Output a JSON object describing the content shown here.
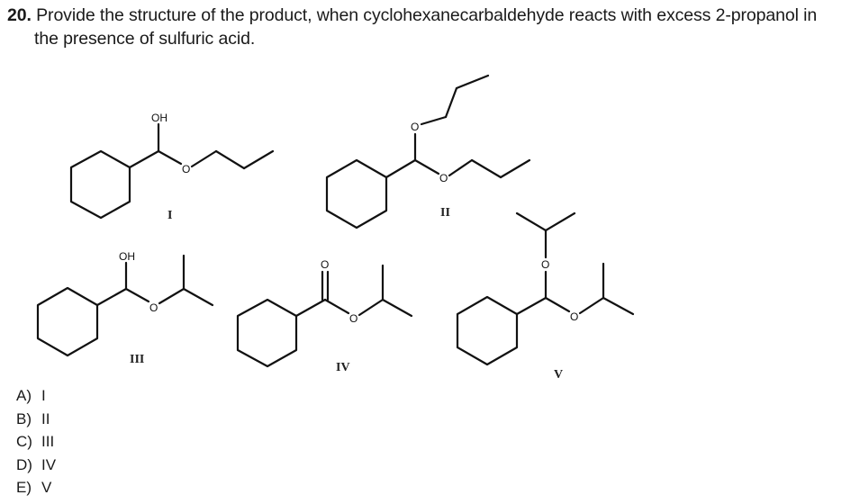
{
  "question": {
    "number": "20.",
    "text_line1": "Provide the structure of the product, when cyclohexanecarbaldehyde reacts with excess 2-propanol in",
    "text_line2": "the presence of sulfuric acid."
  },
  "structures": [
    {
      "label": "I",
      "description": "cyclohexyl-CH(OH)-O-propyl (hemiacetal)",
      "atoms": [
        "OH",
        "O"
      ]
    },
    {
      "label": "II",
      "description": "cyclohexyl-CH(O-propyl)2 (acetal)",
      "atoms": [
        "O",
        "O"
      ]
    },
    {
      "label": "III",
      "description": "cyclohexyl-CH(OH)-O-isopropyl (hemiacetal)",
      "atoms": [
        "OH",
        "O"
      ]
    },
    {
      "label": "IV",
      "description": "isopropyl cyclohexanecarboxylate (ester)",
      "atoms": [
        "O",
        "O"
      ]
    },
    {
      "label": "V",
      "description": "cyclohexyl-CH(O-isopropyl)2 (acetal)",
      "atoms": [
        "O",
        "O"
      ]
    }
  ],
  "choices": [
    {
      "letter": "A)",
      "value": "I"
    },
    {
      "letter": "B)",
      "value": "II"
    },
    {
      "letter": "C)",
      "value": "III"
    },
    {
      "letter": "D)",
      "value": "IV"
    },
    {
      "letter": "E)",
      "value": "V"
    }
  ]
}
